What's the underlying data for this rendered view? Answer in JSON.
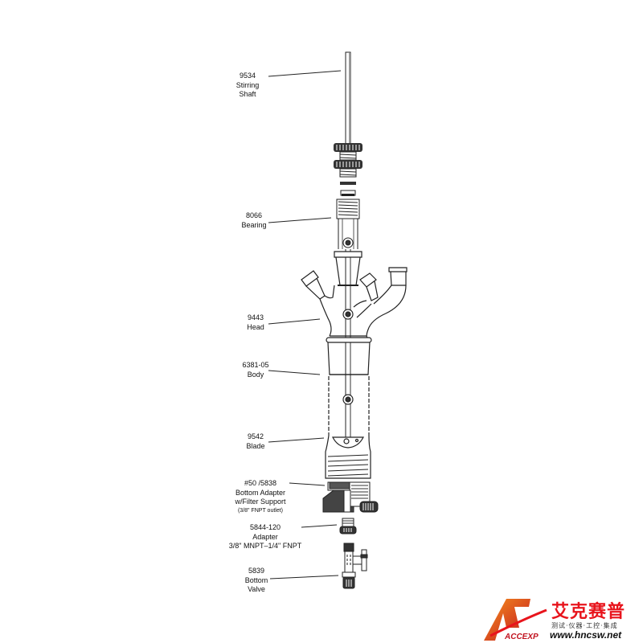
{
  "diagram": {
    "type": "exploded-assembly",
    "subject": "Glass reaction vessel with stirring shaft and bottom valve",
    "parts": [
      {
        "id": "stirring-shaft",
        "lines": [
          "9534",
          "Stirring",
          "Shaft"
        ]
      },
      {
        "id": "bearing",
        "lines": [
          "8066",
          "Bearing"
        ]
      },
      {
        "id": "head",
        "lines": [
          "9443",
          "Head"
        ]
      },
      {
        "id": "body",
        "lines": [
          "6381-05",
          "Body"
        ]
      },
      {
        "id": "blade",
        "lines": [
          "9542",
          "Blade"
        ]
      },
      {
        "id": "bottom-adapter",
        "lines": [
          "#50  /5838",
          "Bottom Adapter",
          "w/Filter Support"
        ],
        "note": "(3/8\" FNPT outlet)"
      },
      {
        "id": "adapter",
        "lines": [
          "5844-120",
          "Adapter",
          "3/8\" MNPT–1/4\" FNPT"
        ]
      },
      {
        "id": "bottom-valve",
        "lines": [
          "5839",
          "Bottom",
          "Valve"
        ]
      }
    ]
  },
  "logo": {
    "mark_text": "ACCEXP",
    "name_cn": "艾克赛普",
    "tagline_cn": "测试·仪器·工控·集成",
    "url": "www.hncsw.net",
    "colors": {
      "red": "#e8141c",
      "dark": "#111111"
    }
  },
  "colors": {
    "line": "#222222",
    "fill_dark": "#333333",
    "gray": "#999999",
    "background": "#ffffff"
  }
}
